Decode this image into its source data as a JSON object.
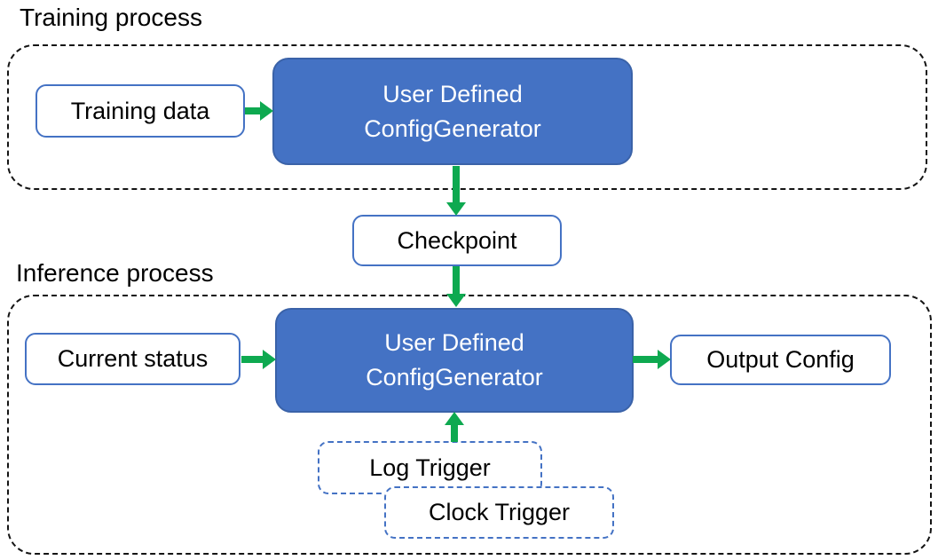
{
  "training": {
    "label": "Training process",
    "data_box": "Training data",
    "generator": {
      "line1": "User Defined",
      "line2": "ConfigGenerator"
    }
  },
  "checkpoint": {
    "label": "Checkpoint"
  },
  "inference": {
    "label": "Inference process",
    "status_box": "Current status",
    "generator": {
      "line1": "User Defined",
      "line2": "ConfigGenerator"
    },
    "output_box": "Output Config",
    "triggers": {
      "log": "Log Trigger",
      "clock": "Clock Trigger"
    }
  },
  "colors": {
    "generator_fill": "#4472C4",
    "generator_border": "#3A62A8",
    "box_border": "#4472C4",
    "trigger_border": "#4472C4",
    "arrow": "#0EA950",
    "container_dash": "#141414"
  }
}
